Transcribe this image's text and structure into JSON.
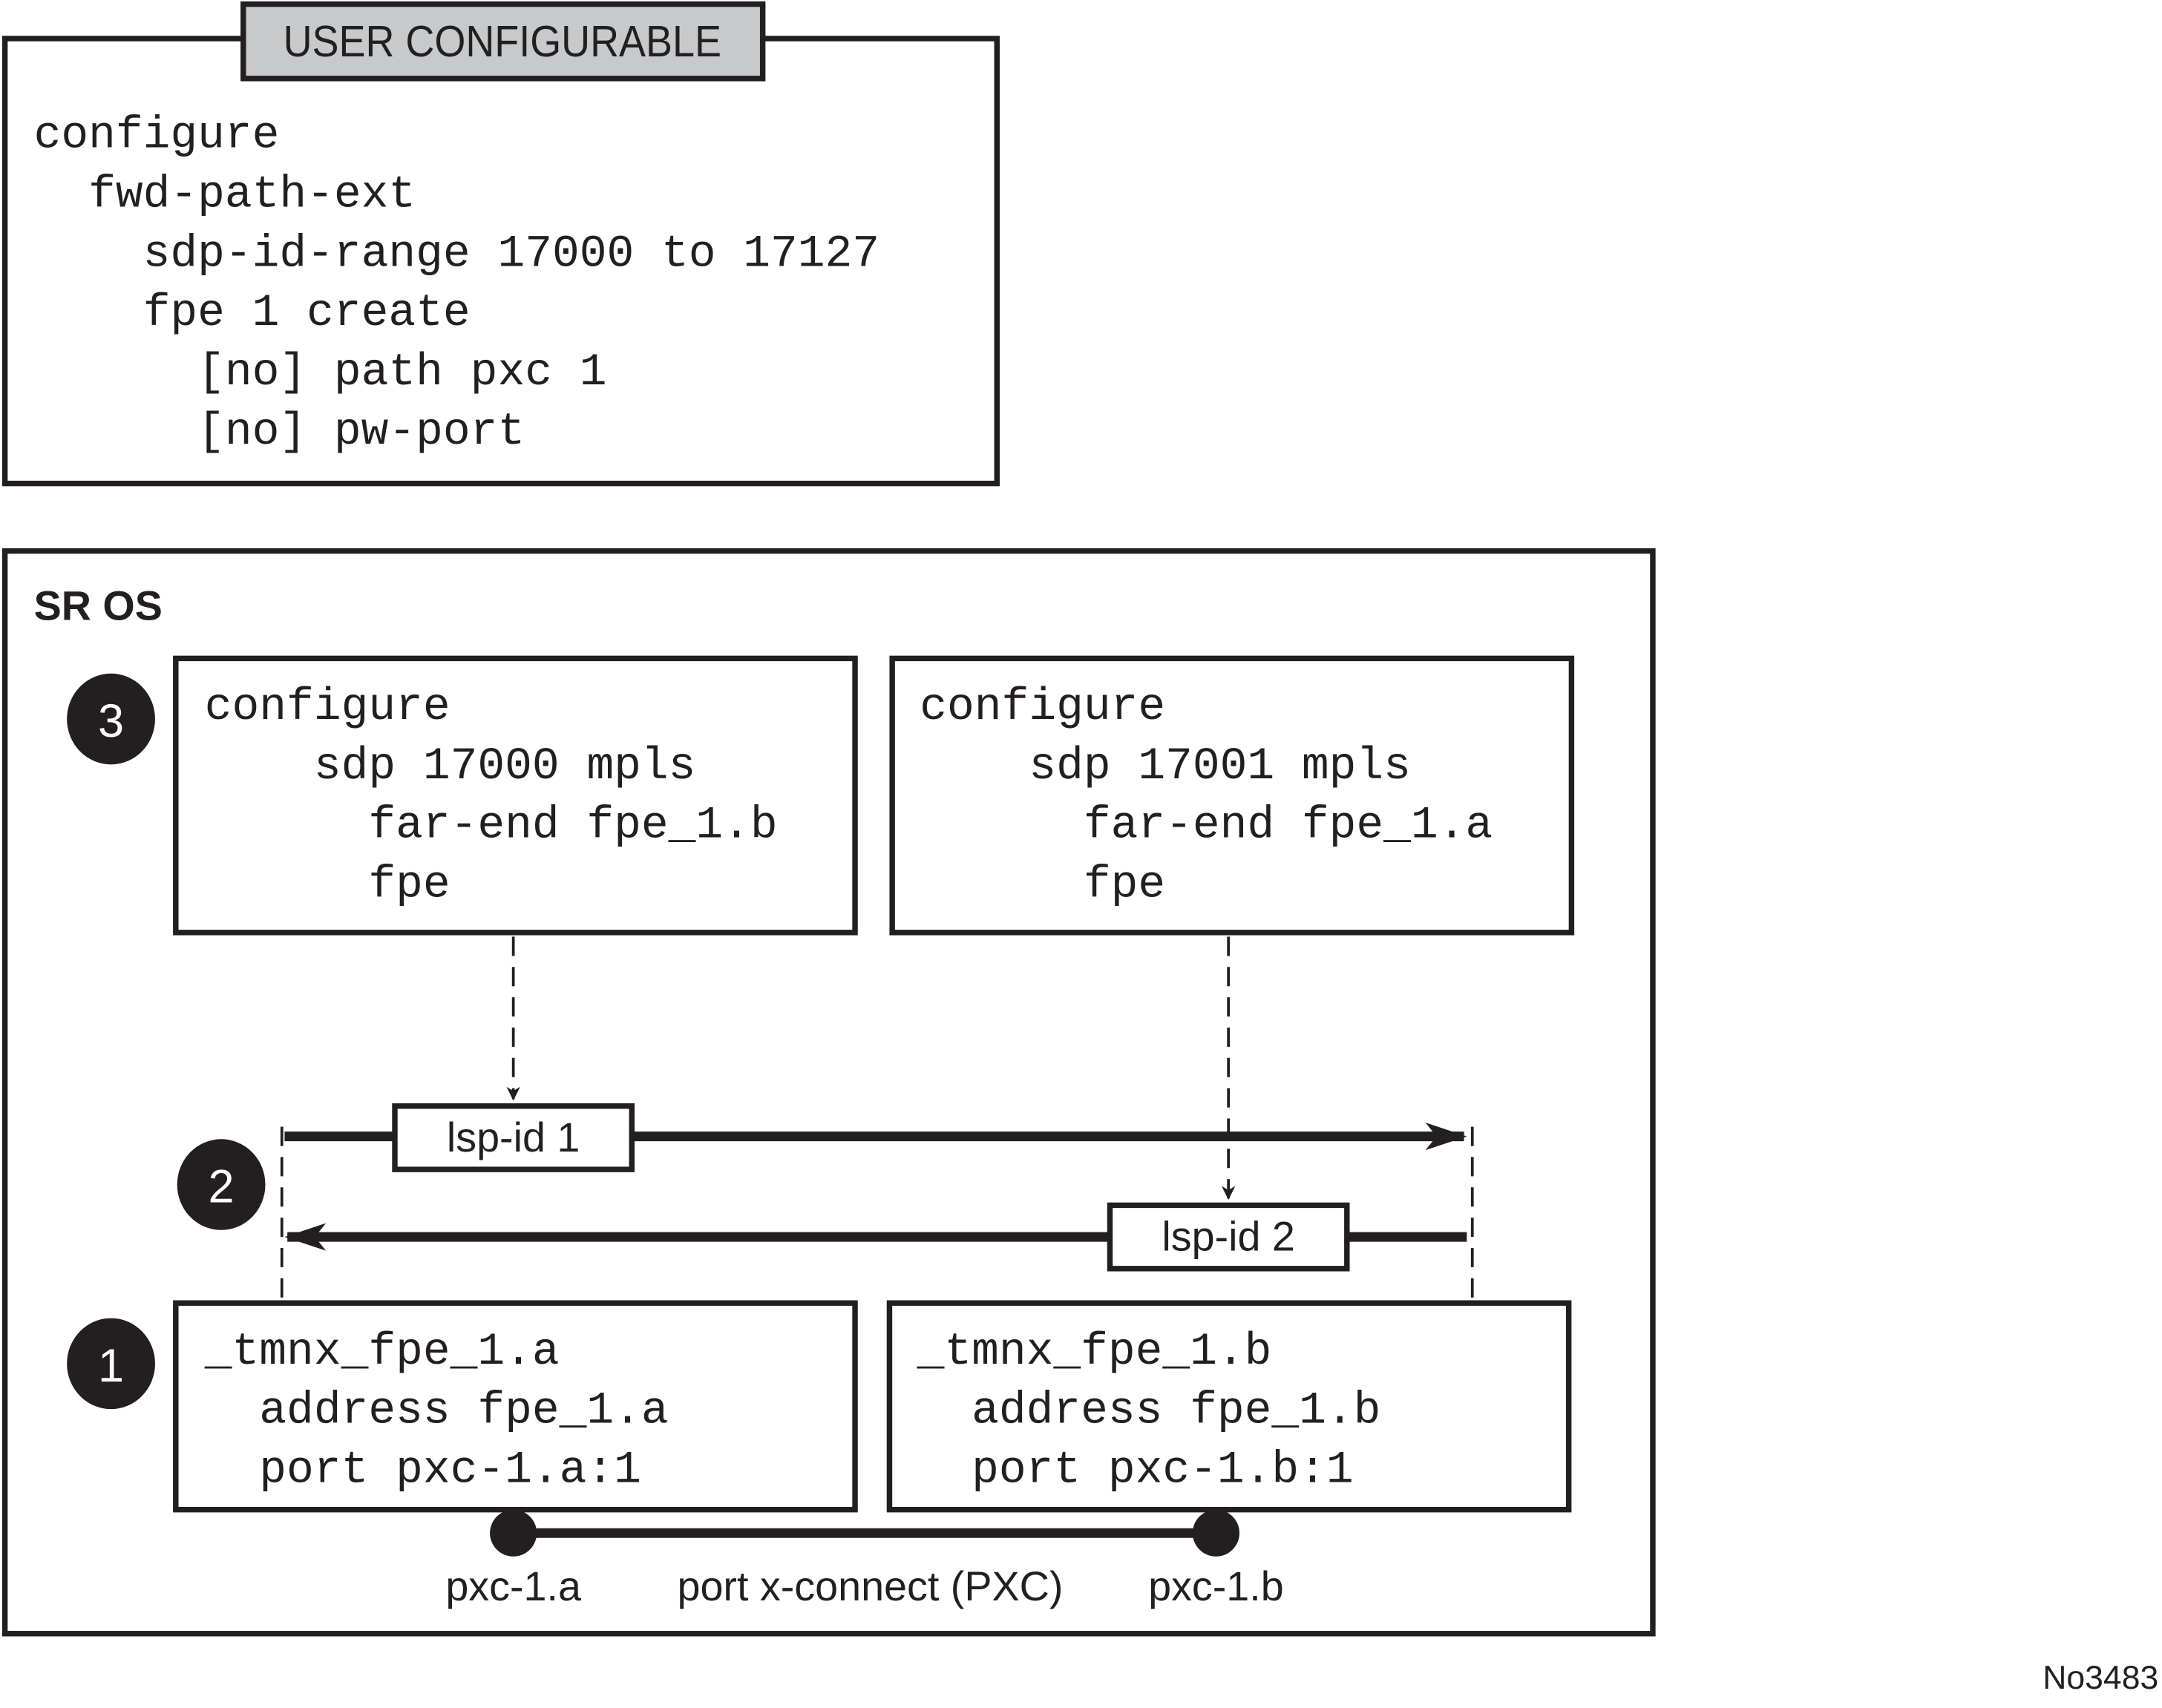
{
  "user_configurable": {
    "title": "USER CONFIGURABLE",
    "lines": [
      "configure",
      "  fwd-path-ext",
      "    sdp-id-range 17000 to 17127",
      "    fpe 1 create",
      "      [no] path pxc 1",
      "      [no] pw-port"
    ]
  },
  "sros": {
    "title": "SR OS",
    "steps": [
      {
        "number": "3"
      },
      {
        "number": "2"
      },
      {
        "number": "1"
      }
    ],
    "sdp_left": {
      "lines": [
        "configure",
        "    sdp 17000 mpls",
        "      far-end fpe_1.b",
        "      fpe"
      ]
    },
    "sdp_right": {
      "lines": [
        "configure",
        "    sdp 17001 mpls",
        "      far-end fpe_1.a",
        "      fpe"
      ]
    },
    "lsp1": {
      "label": "lsp-id 1"
    },
    "lsp2": {
      "label": "lsp-id 2"
    },
    "iface_left": {
      "lines": [
        "_tmnx_fpe_1.a",
        "  address fpe_1.a",
        "  port pxc-1.a:1"
      ]
    },
    "iface_right": {
      "lines": [
        "_tmnx_fpe_1.b",
        "  address fpe_1.b",
        "  port pxc-1.b:1"
      ]
    },
    "pxc": {
      "left_label": "pxc-1.a",
      "center_label": "port x-connect (PXC)",
      "right_label": "pxc-1.b"
    }
  },
  "figure_id": "No3483",
  "colors": {
    "ink": "#231f20",
    "title_fill": "#c8c9cb"
  }
}
